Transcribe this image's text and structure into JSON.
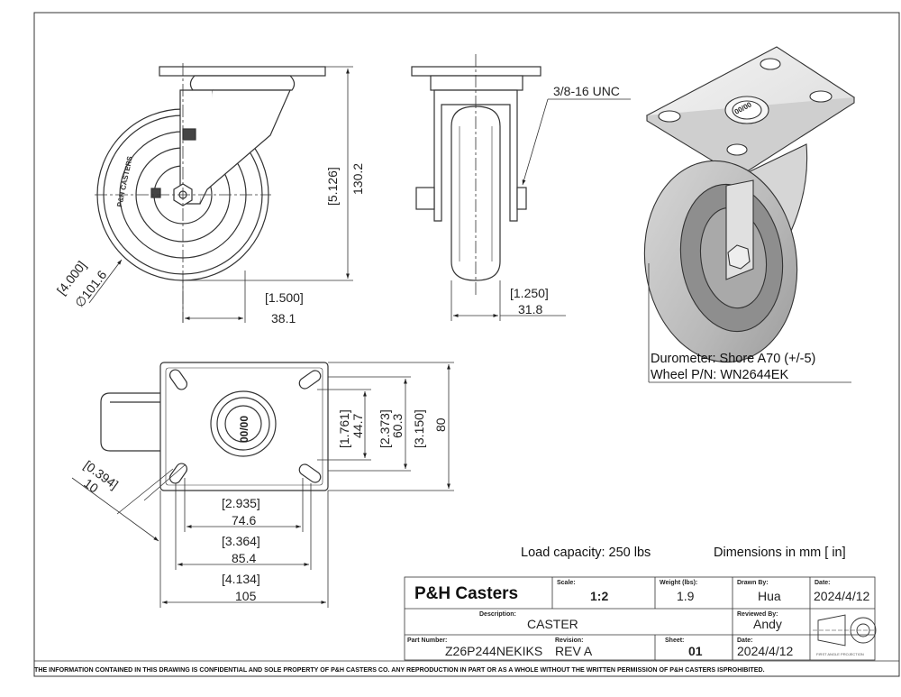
{
  "front_view": {
    "dims": {
      "height_in": "[5.126]",
      "height_mm": "130.2",
      "wheel_dia_in": "[4.000]",
      "wheel_dia_mm": "∅101.6",
      "offset_in": "[1.500]",
      "offset_mm": "38.1"
    },
    "wheel_side_text": "P&H CASTERS"
  },
  "side_view": {
    "thread_label": "3/8-16 UNC",
    "dims": {
      "width_in": "[1.250]",
      "width_mm": "31.8"
    }
  },
  "iso_view": {
    "hub_text": "00/00",
    "durometer": "Durometer: Shore A70 (+/-5)",
    "wheel_pn": "Wheel P/N: WN2644EK"
  },
  "plate_view": {
    "hub_text": "00/00",
    "dims": {
      "slot_dia_in": "[0.394]",
      "slot_dia_mm": "10",
      "h1_in": "[1.761]",
      "h1_mm": "44.7",
      "h2_in": "[2.373]",
      "h2_mm": "60.3",
      "h3_in": "[3.150]",
      "h3_mm": "80",
      "w1_in": "[2.935]",
      "w1_mm": "74.6",
      "w2_in": "[3.364]",
      "w2_mm": "85.4",
      "w3_in": "[4.134]",
      "w3_mm": "105"
    }
  },
  "notes": {
    "load_capacity": "Load capacity: 250 lbs",
    "dimensions_unit": "Dimensions in mm [ in]"
  },
  "title_block": {
    "company": "P&H Casters",
    "scale_label": "Scale:",
    "scale": "1:2",
    "weight_label": "Weight (lbs):",
    "weight": "1.9",
    "drawn_by_label": "Drawn By:",
    "drawn_by": "Hua",
    "date_label": "Date:",
    "date": "2024/4/12",
    "description_label": "Description:",
    "description": "CASTER",
    "reviewed_by_label": "Reviewed By:",
    "reviewed_by": "Andy",
    "part_number_label": "Part Number:",
    "part_number": "Z26P244NEKIKS",
    "revision_label": "Revision:",
    "revision": "REV A",
    "sheet_label": "Sheet:",
    "sheet": "01",
    "date2_label": "Date:",
    "date2": "2024/4/12",
    "projection_caption": "FIRST ANGLE PROJECTION"
  },
  "footer": {
    "disclaimer": "THE INFORMATION CONTAINED IN THIS DRAWING IS CONFIDENTIAL AND SOLE PROPERTY OF P&H CASTERS CO.  ANY REPRODUCTION IN PART OR AS A WHOLE WITHOUT THE WRITTEN PERMISSION OF P&H CASTERS ISPROHIBITED."
  }
}
